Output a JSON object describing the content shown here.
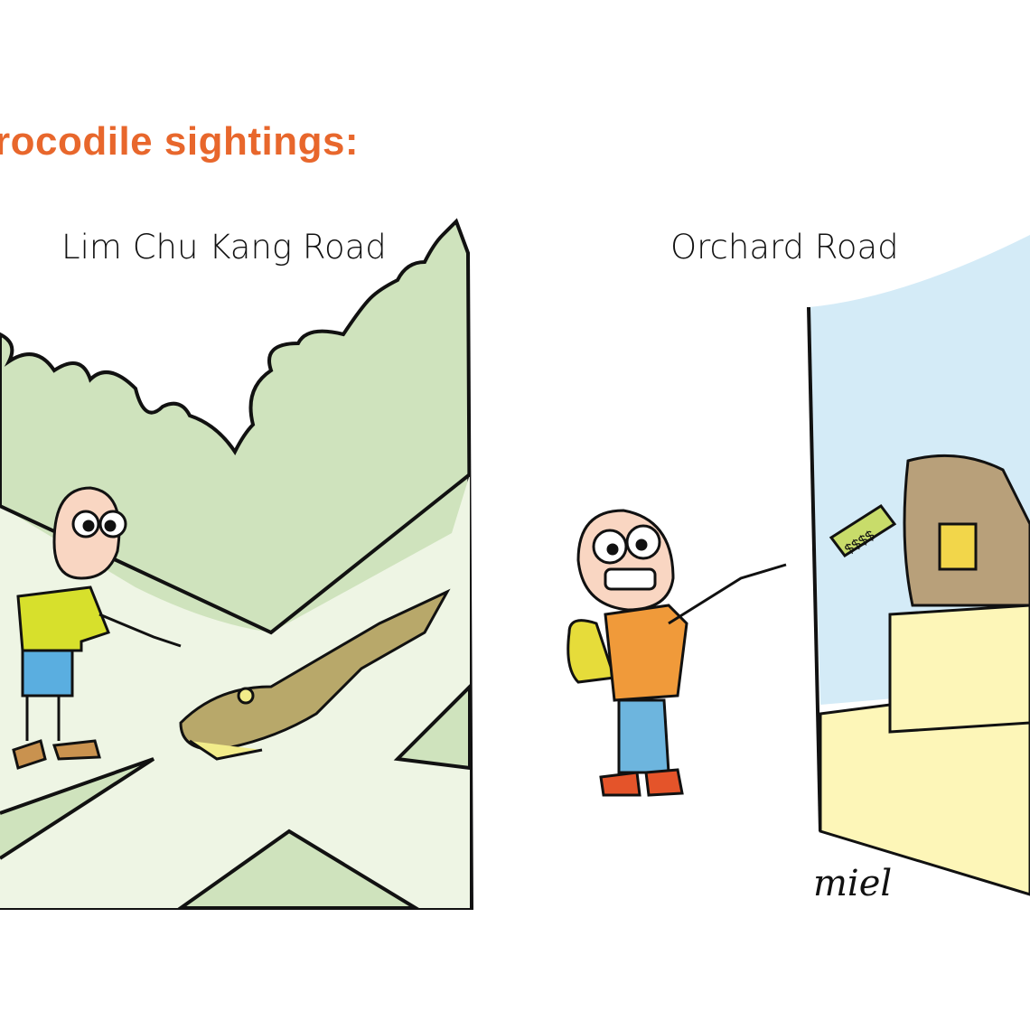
{
  "title": "rocodile sightings:",
  "panels": [
    {
      "label": "Lim Chu Kang Road"
    },
    {
      "label": "Orchard Road",
      "price_tag": "$$$$"
    }
  ],
  "signature": "miel",
  "colors": {
    "title": "#e8672c",
    "forest": "#cfe3bd",
    "path": "#eef5e4",
    "sky": "#d4ebf7",
    "display": "#fdf6b8"
  }
}
